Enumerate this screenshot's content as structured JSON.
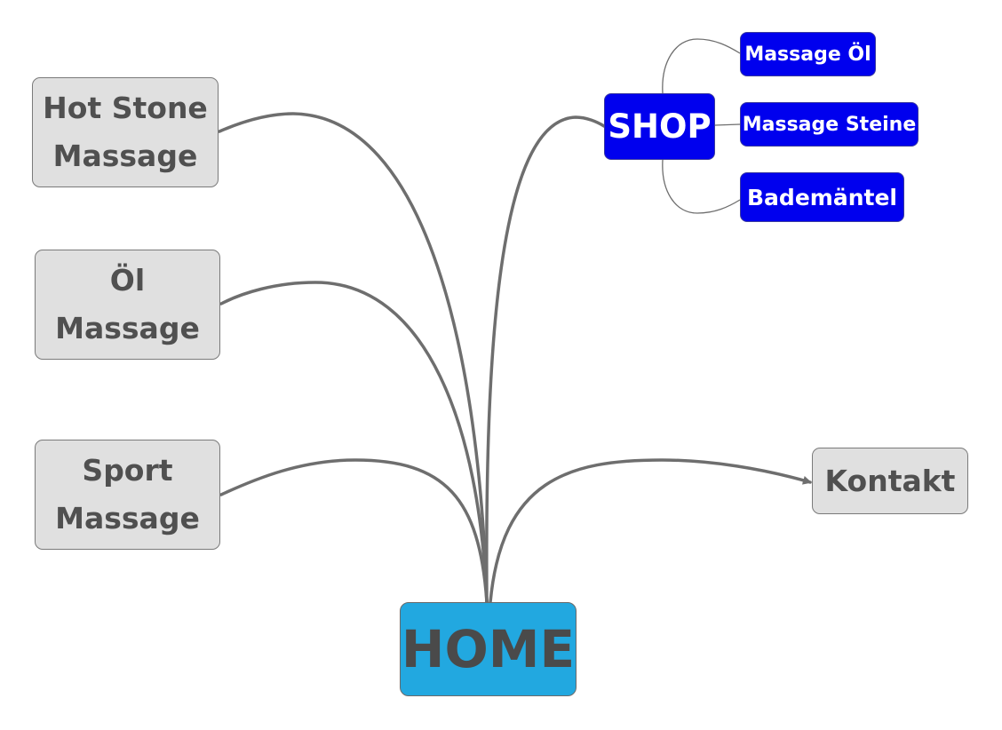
{
  "home": {
    "label": "HOME",
    "color": "#22a8e0"
  },
  "nodes": [
    {
      "id": "hot-stone",
      "label": "Hot Stone\nMassage"
    },
    {
      "id": "oel",
      "label": "Öl\nMassage"
    },
    {
      "id": "sport",
      "label": "Sport\nMassage"
    },
    {
      "id": "kontakt",
      "label": "Kontakt"
    }
  ],
  "shop": {
    "label": "SHOP",
    "color": "#0000ee",
    "items": [
      {
        "label": "Massage Öl"
      },
      {
        "label": "Massage Steine"
      },
      {
        "label": "Bademäntel"
      }
    ]
  },
  "colors": {
    "node_fill": "#e0e0e0",
    "node_text": "#505050",
    "connector": "#6e6e6e"
  }
}
